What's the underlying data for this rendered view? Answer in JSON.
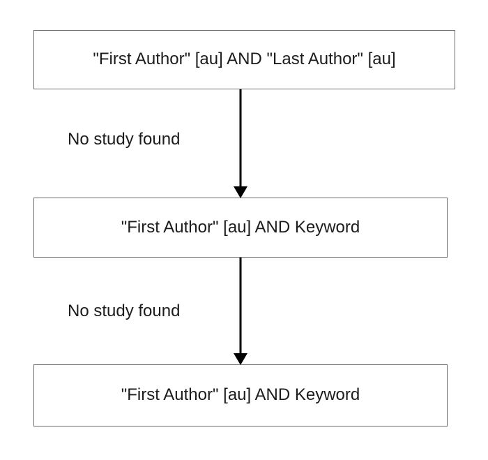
{
  "diagram": {
    "type": "flowchart",
    "boxes": [
      {
        "label": "\"First Author\" [au] AND \"Last Author\" [au]"
      },
      {
        "label": "\"First Author\" [au] AND Keyword"
      },
      {
        "label": "\"First Author\" [au] AND Keyword"
      }
    ],
    "arrow_labels": [
      {
        "text": "No study found"
      },
      {
        "text": "No study found"
      }
    ],
    "colors": {
      "background": "#ffffff",
      "box_border": "#6a6a6a",
      "text": "#1c1c1c",
      "arrow": "#000000"
    }
  }
}
